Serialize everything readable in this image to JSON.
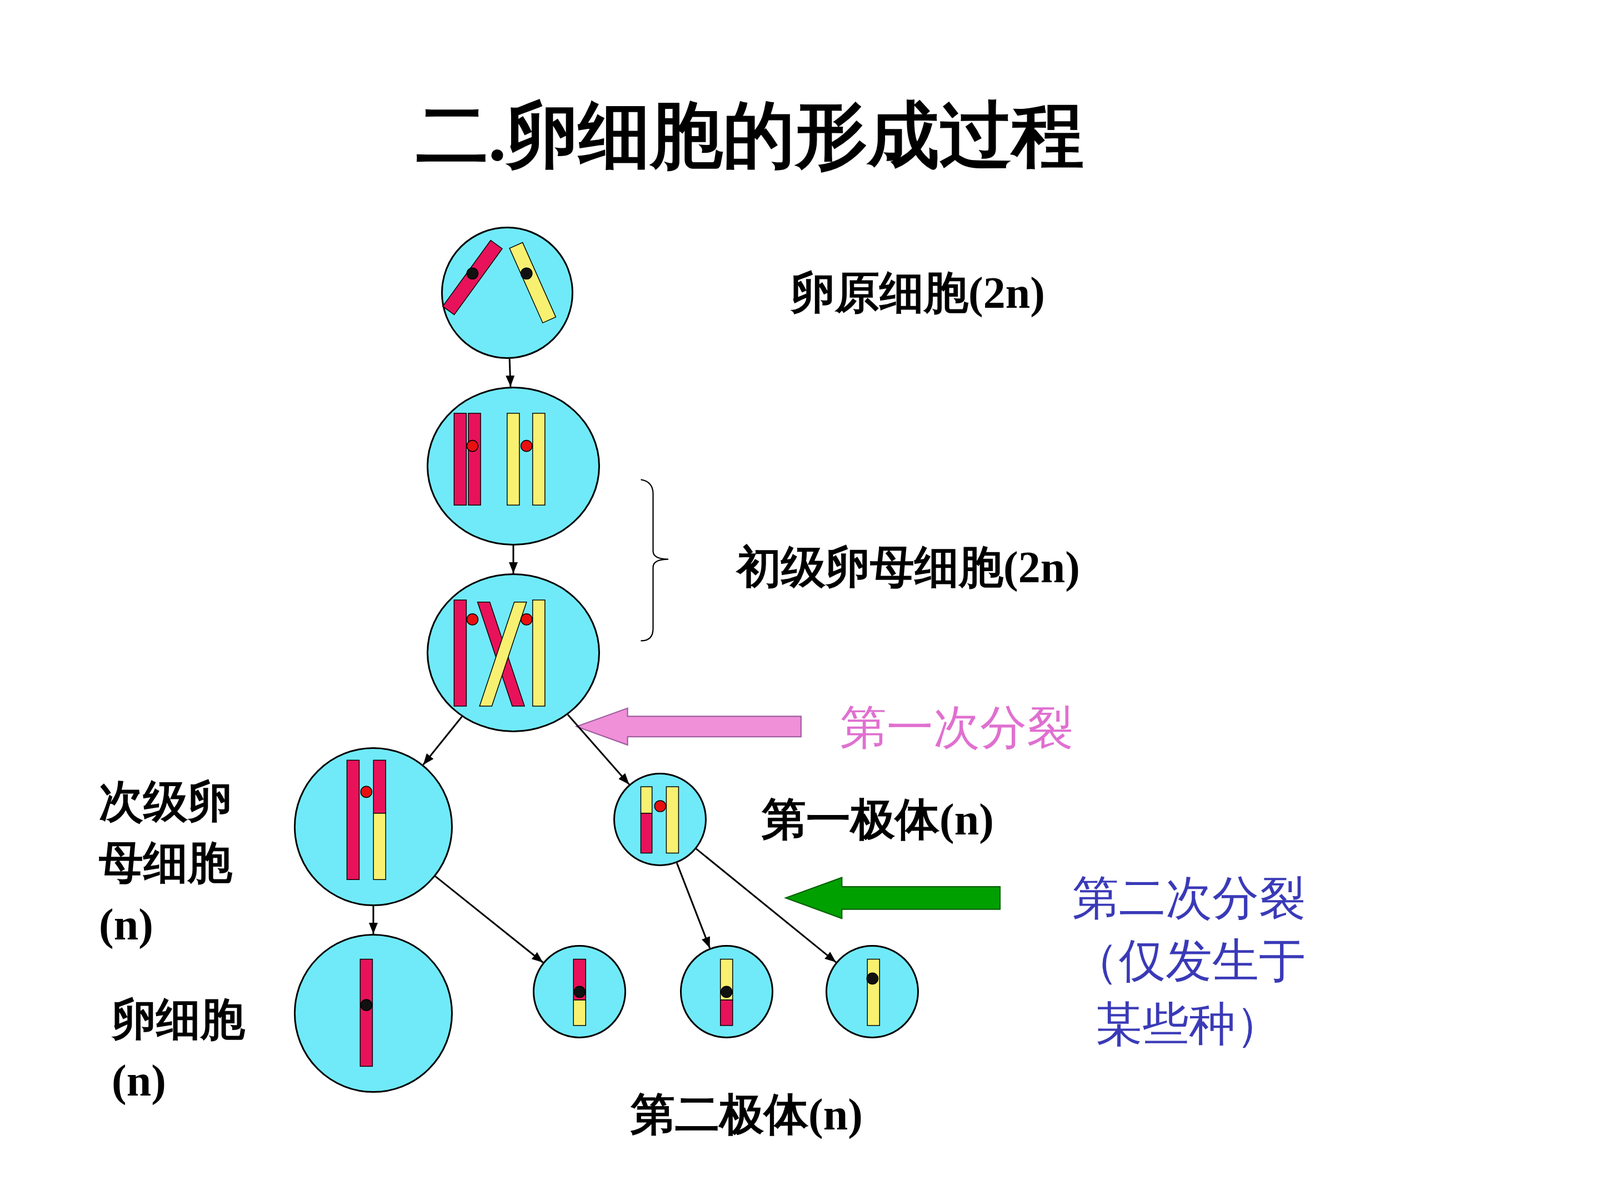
{
  "diagram": {
    "title": "二.卵细胞的形成过程",
    "nodes": [
      {
        "text": [
          "卵原细胞(2n)"
        ]
      },
      {
        "text": []
      },
      {
        "text": []
      },
      {
        "text": [
          "次级卵 母细胞 (n)"
        ]
      },
      {
        "text": [
          "第一极体(n)"
        ]
      },
      {
        "text": [
          "卵细胞 (n)"
        ]
      },
      {
        "text": []
      },
      {
        "text": []
      },
      {
        "text": []
      }
    ],
    "edges": [
      {
        "from": 0,
        "to": 1,
        "arrow": "to"
      },
      {
        "from": 1,
        "to": 2,
        "arrow": "to"
      },
      {
        "from": 2,
        "to": 3,
        "arrow": "to"
      },
      {
        "from": 2,
        "to": 4,
        "arrow": "to"
      },
      {
        "from": 3,
        "to": 5,
        "arrow": "to"
      },
      {
        "from": 3,
        "to": 6,
        "arrow": "to"
      },
      {
        "from": 4,
        "to": 7,
        "arrow": "to"
      },
      {
        "from": 4,
        "to": 8,
        "arrow": "to"
      }
    ],
    "labels": [
      "初级卵母细胞(2n)",
      "第一次分裂",
      "第二次分裂 （仅发生于 某些种）",
      "第二极体(n)"
    ]
  }
}
